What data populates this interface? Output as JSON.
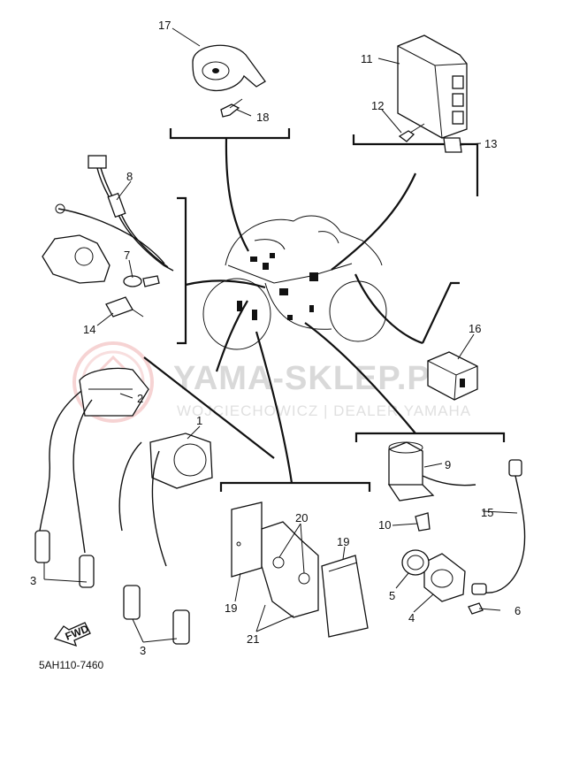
{
  "watermark": {
    "title": "YAMA-SKLEP.PL",
    "subtitle": "WOJCIECHOWICZ | DEALER YAMAHA"
  },
  "arrow_label": "FWD",
  "diagram_code": "5AH110-7460",
  "callouts": {
    "c1": "1",
    "c2": "2",
    "c3a": "3",
    "c3b": "3",
    "c4": "4",
    "c5": "5",
    "c6": "6",
    "c7": "7",
    "c8": "8",
    "c9": "9",
    "c10": "10",
    "c11": "11",
    "c12": "12",
    "c13": "13",
    "c14": "14",
    "c15": "15",
    "c16": "16",
    "c17": "17",
    "c18": "18",
    "c19a": "19",
    "c19b": "19",
    "c20": "20",
    "c21": "21"
  }
}
